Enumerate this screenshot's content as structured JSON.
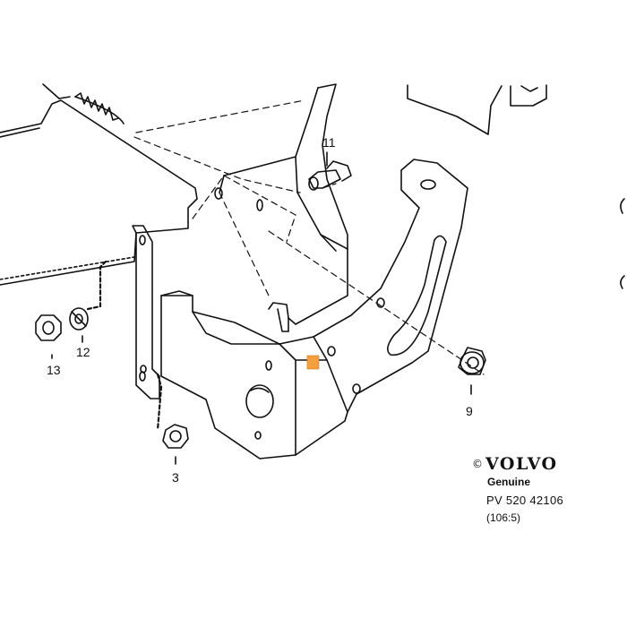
{
  "callouts": {
    "p11": "11",
    "p12": "12",
    "p13": "13",
    "p9": "9",
    "p3": "3"
  },
  "footer": {
    "copyright_symbol": "©",
    "brand": "VOLVO",
    "genuine": "Genuine",
    "part_number": "PV 520 42106",
    "reference": "(106:5)"
  },
  "colors": {
    "line": "#111111",
    "background": "#ffffff",
    "highlight": "#f5a040"
  }
}
